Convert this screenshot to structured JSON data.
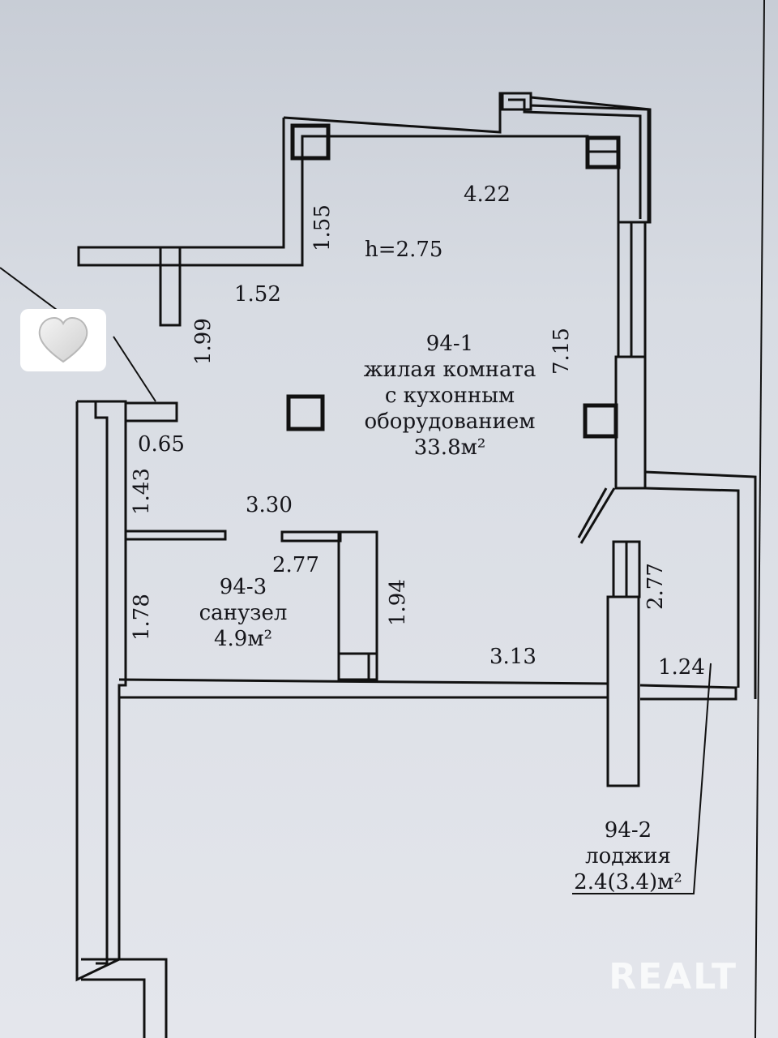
{
  "ceiling_height": "h=2.75",
  "rooms": {
    "living": {
      "id": "94-1",
      "name_line1": "жилая комната",
      "name_line2": "с кухонным",
      "name_line3": "оборудованием",
      "area": "33.8м²"
    },
    "bathroom": {
      "id": "94-3",
      "name": "санузел",
      "area": "4.9м²"
    },
    "loggia": {
      "id": "94-2",
      "name": "лоджия",
      "area": "2.4(3.4)м²"
    }
  },
  "dimensions": {
    "top_width": "4.22",
    "top_left_vert": "1.55",
    "left_upper_horiz": "1.52",
    "left_upper_vert": "1.99",
    "right_height": "7.15",
    "small_horiz": "0.65",
    "left_mid_vert": "1.43",
    "bath_top_width": "3.30",
    "bath_inner_width": "2.77",
    "bath_height": "1.78",
    "corridor_vert": "1.94",
    "bottom_width": "3.13",
    "loggia_width": "1.24",
    "loggia_vert": "2.77"
  },
  "favorite_icon": "heart-icon",
  "watermark": "REALT",
  "colors": {
    "line": "#111111",
    "paper": "#e4e6ec"
  }
}
